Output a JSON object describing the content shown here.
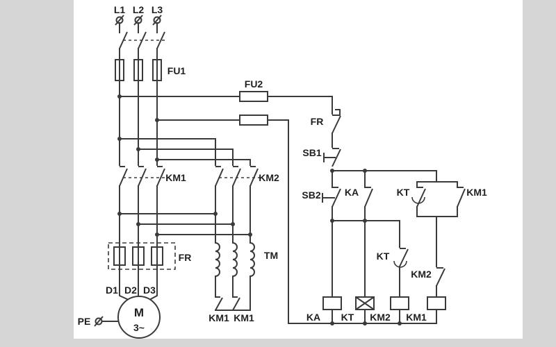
{
  "colors": {
    "canvas_margin": "#d6d6d6",
    "paper": "#ffffff",
    "line": "#3a3a3a",
    "text": "#1f1f1f"
  },
  "power": {
    "phases": [
      "L1",
      "L2",
      "L3"
    ],
    "main_fuse_label": "FU1",
    "control_fuse_label": "FU2"
  },
  "main_circuit": {
    "contactor_left_label": "KM1",
    "contactor_right_label": "KM2",
    "thermal_relay_label": "FR",
    "autotransformer_label": "TM",
    "star_contact_labels": [
      "KM1",
      "KM1"
    ],
    "motor_terminal_labels": [
      "D1",
      "D2",
      "D3"
    ],
    "motor_letter": "M",
    "motor_phase_mark": "3~",
    "ground_label": "PE"
  },
  "control_circuit": {
    "thermal_contact_label": "FR",
    "stop_button_label": "SB1",
    "start_button_label": "SB2",
    "relay_contact_label": "KA",
    "timer_contact_upper_label": "KT",
    "seal_contact_label": "KM1",
    "timer_contact_lower_label": "KT",
    "interlock_contact_label": "KM2",
    "coil_labels": [
      "KA",
      "KT",
      "KM2",
      "KM1"
    ]
  }
}
